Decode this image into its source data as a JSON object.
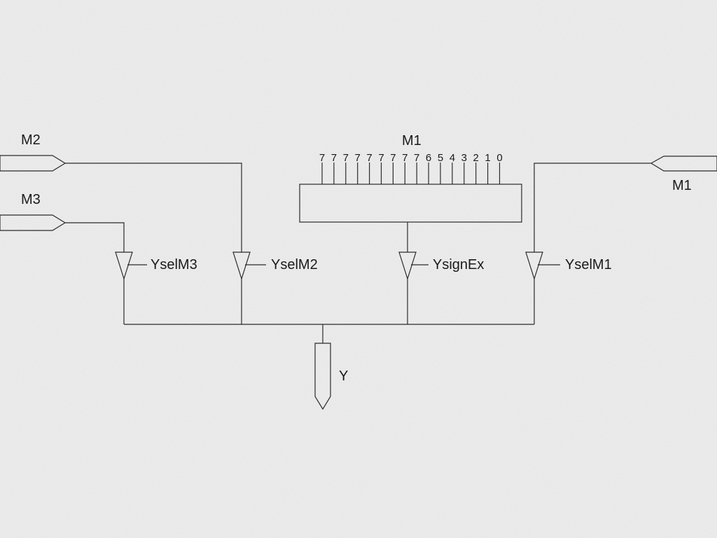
{
  "diagram": {
    "ports": {
      "m2_in": "M2",
      "m3_in": "M3",
      "m1_in": "M1",
      "y_out": "Y"
    },
    "sign_extender": {
      "title": "M1",
      "bits": [
        "7",
        "7",
        "7",
        "7",
        "7",
        "7",
        "7",
        "7",
        "7",
        "6",
        "5",
        "4",
        "3",
        "2",
        "1",
        "0"
      ]
    },
    "buffers": {
      "m3": "YselM3",
      "m2": "YselM2",
      "sign": "YsignEx",
      "m1": "YselM1"
    },
    "colors": {
      "stroke": "#2b2b2b",
      "background": "#eeeeee"
    }
  }
}
